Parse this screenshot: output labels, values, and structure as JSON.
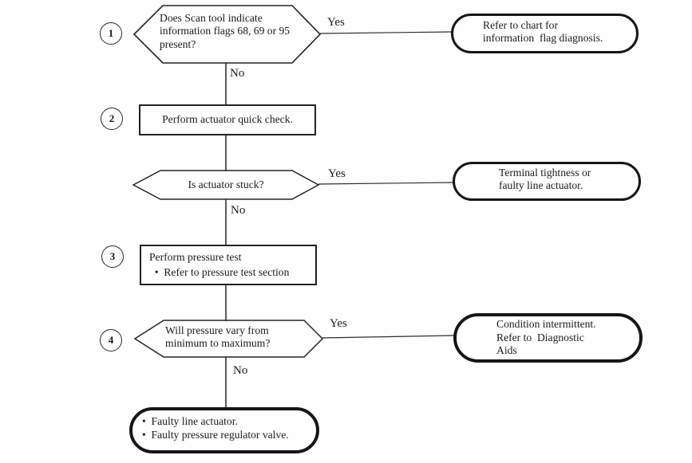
{
  "flowchart": {
    "kind": "diagnostic-flowchart",
    "step_numbers": [
      "1",
      "2",
      "3",
      "4"
    ],
    "nodes": {
      "decision1": "Does Scan tool indicate\ninformation flags 68, 69 or 95\npresent?",
      "result1": "Refer to chart for\ninformation  flag diagnosis.",
      "process2": "Perform actuator quick check.",
      "decision2": "Is actuator stuck?",
      "result2": "Terminal tightness or\nfaulty line actuator.",
      "process3": "Perform pressure test\n  •  Refer to pressure test section",
      "decision4": "Will pressure vary from\nminimum to maximum?",
      "result4": "Condition intermittent.\nRefer to  Diagnostic\nAids",
      "result_final": "•  Faulty line actuator.\n•  Faulty pressure regulator valve."
    },
    "edges": [
      {
        "from": "decision-1",
        "label": "Yes",
        "to": "result-1"
      },
      {
        "from": "decision-1",
        "label": "No",
        "to": "process-2"
      },
      {
        "from": "process-2",
        "label": "",
        "to": "decision-2"
      },
      {
        "from": "decision-2",
        "label": "Yes",
        "to": "result-2"
      },
      {
        "from": "decision-2",
        "label": "No",
        "to": "process-3"
      },
      {
        "from": "process-3",
        "label": "",
        "to": "decision-4"
      },
      {
        "from": "decision-4",
        "label": "Yes",
        "to": "result-4"
      },
      {
        "from": "decision-4",
        "label": "No",
        "to": "result-final"
      }
    ]
  }
}
